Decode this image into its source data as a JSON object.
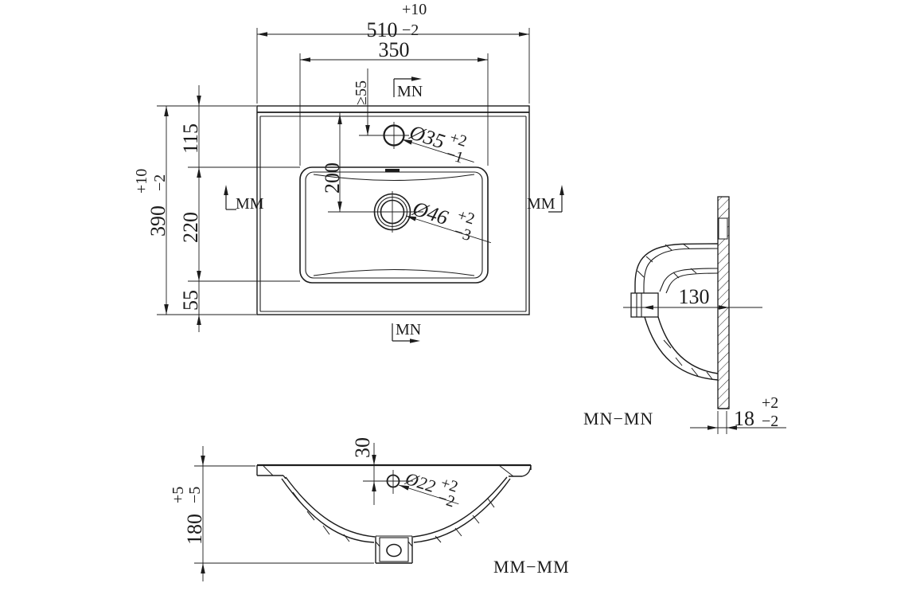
{
  "plan": {
    "dim510": {
      "value": "510",
      "plus": "+10",
      "minus": "−2"
    },
    "dim350": {
      "value": "350"
    },
    "dim390": {
      "value": "390",
      "plus": "+10",
      "minus": "−2"
    },
    "dim115": "115",
    "dim220": "220",
    "dim55": "55",
    "dimMin55": "≥55",
    "dim200": "200",
    "faucetHole": {
      "label": "Ø35",
      "plus": "+2",
      "minus": "−1"
    },
    "drainHole": {
      "label": "Ø46",
      "plus": "+2",
      "minus": "−3"
    },
    "markers": {
      "mnTop": "MN",
      "mnBottom": "MN",
      "mmLeft": "MM",
      "mmRight": "MM"
    }
  },
  "sideSection": {
    "label": "MN−MN",
    "dim130": "130",
    "dim18": {
      "value": "18",
      "plus": "+2",
      "minus": "−2"
    }
  },
  "frontSection": {
    "label": "MM−MM",
    "dim30": "30",
    "dim180": {
      "value": "180",
      "plus": "+5",
      "minus": "−5"
    },
    "overflowHole": {
      "label": "Ø22",
      "plus": "+2",
      "minus": "−2"
    }
  },
  "colors": {
    "line": "#1c1c1c",
    "background": "#ffffff"
  }
}
